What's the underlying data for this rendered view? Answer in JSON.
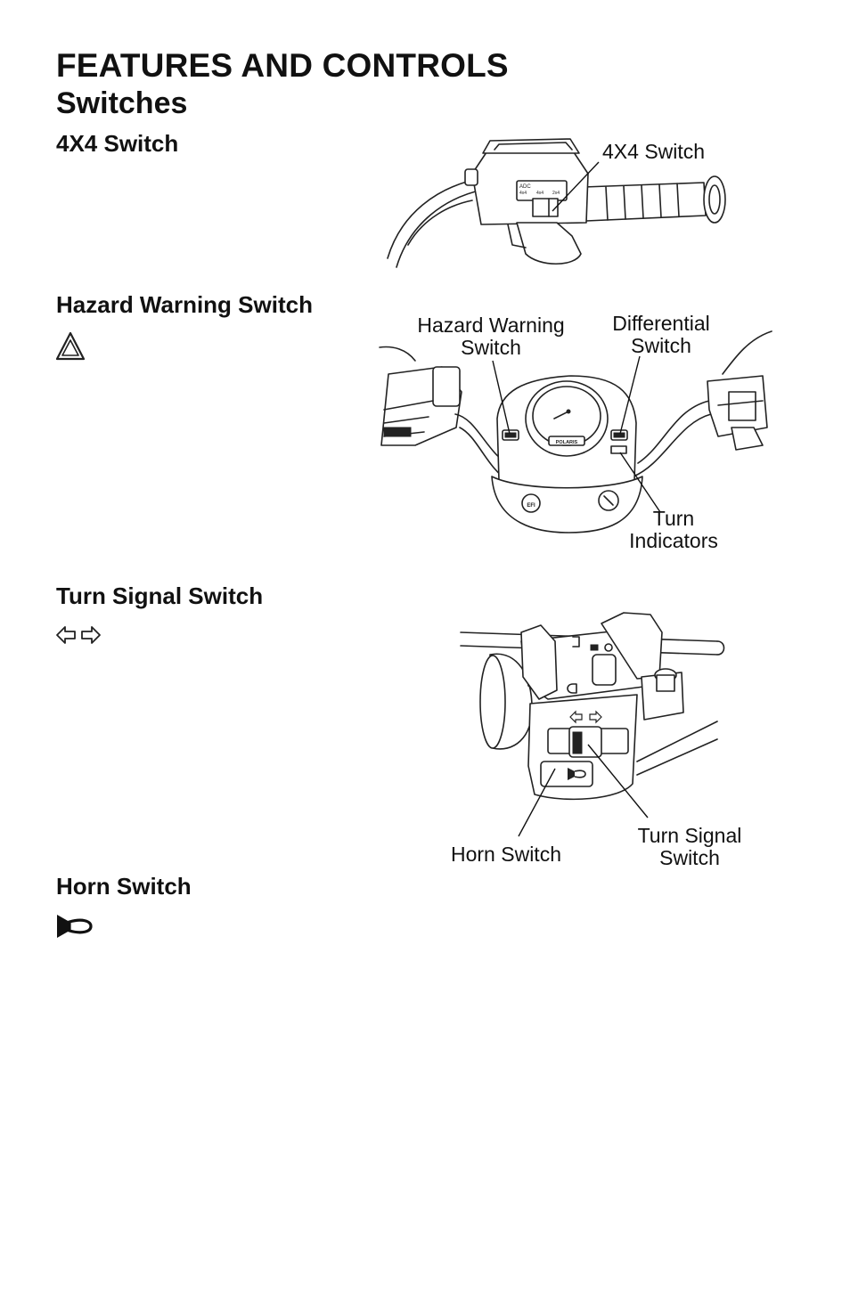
{
  "page": {
    "title": "FEATURES AND CONTROLS",
    "section": "Switches"
  },
  "sections": {
    "four_x_four": {
      "heading": "4X4 Switch"
    },
    "hazard": {
      "heading": "Hazard Warning Switch",
      "icon": "hazard-triangle-icon"
    },
    "turn_signal": {
      "heading": "Turn Signal Switch",
      "icon": "turn-arrows-icon"
    },
    "horn": {
      "heading": "Horn Switch",
      "icon": "horn-icon"
    }
  },
  "figures": {
    "fig1": {
      "callout_4x4": "4X4 Switch",
      "panel_text": [
        "ADC",
        "4x4",
        "4x4",
        "2x4"
      ]
    },
    "fig2": {
      "callout_hazard_line1": "Hazard Warning",
      "callout_hazard_line2": "Switch",
      "callout_diff_line1": "Differential",
      "callout_diff_line2": "Switch",
      "callout_turn_line1": "Turn",
      "callout_turn_line2": "Indicators",
      "badge_polaris": "POLARIS",
      "badge_efi": "EFI"
    },
    "fig3": {
      "callout_horn": "Horn Switch",
      "callout_turn_line1": "Turn Signal",
      "callout_turn_line2": "Switch"
    }
  }
}
